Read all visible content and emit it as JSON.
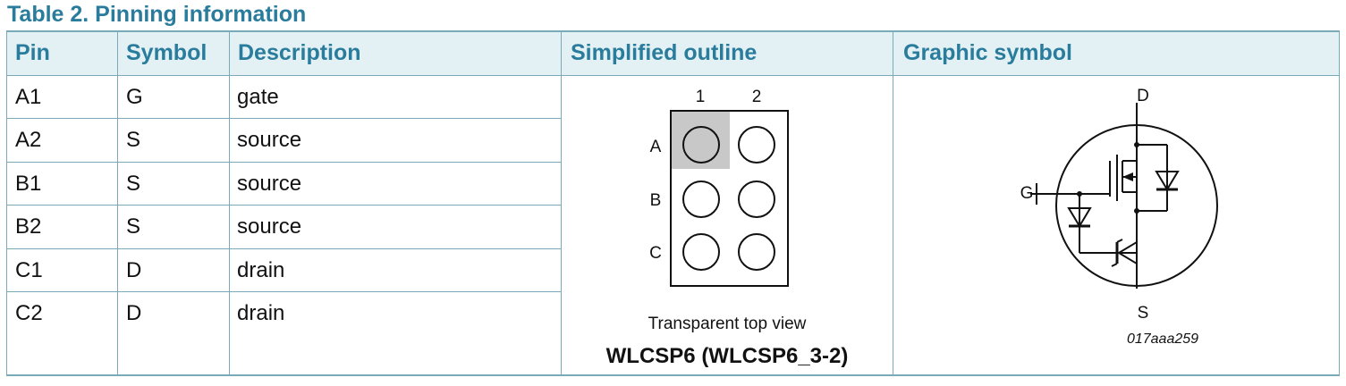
{
  "caption": "Table 2. Pinning information",
  "headers": {
    "pin": "Pin",
    "symbol": "Symbol",
    "description": "Description",
    "outline": "Simplified outline",
    "graphic": "Graphic symbol"
  },
  "rows": [
    {
      "pin": "A1",
      "symbol": "G",
      "description": "gate"
    },
    {
      "pin": "A2",
      "symbol": "S",
      "description": "source"
    },
    {
      "pin": "B1",
      "symbol": "S",
      "description": "source"
    },
    {
      "pin": "B2",
      "symbol": "S",
      "description": "source"
    },
    {
      "pin": "C1",
      "symbol": "D",
      "description": "drain"
    },
    {
      "pin": "C2",
      "symbol": "D",
      "description": "drain"
    }
  ],
  "outline": {
    "columns": [
      "1",
      "2"
    ],
    "rows": [
      "A",
      "B",
      "C"
    ],
    "view_label": "Transparent top view",
    "package": "WLCSP6 (WLCSP6_3-2)"
  },
  "graphic": {
    "drain_label": "D",
    "gate_label": "G",
    "source_label": "S",
    "code": "017aaa259"
  },
  "colors": {
    "header_text": "#2a7c9c",
    "header_bg": "#e3f1f5",
    "border": "#7aaab8",
    "pin_highlight": "#c8c8c8"
  }
}
